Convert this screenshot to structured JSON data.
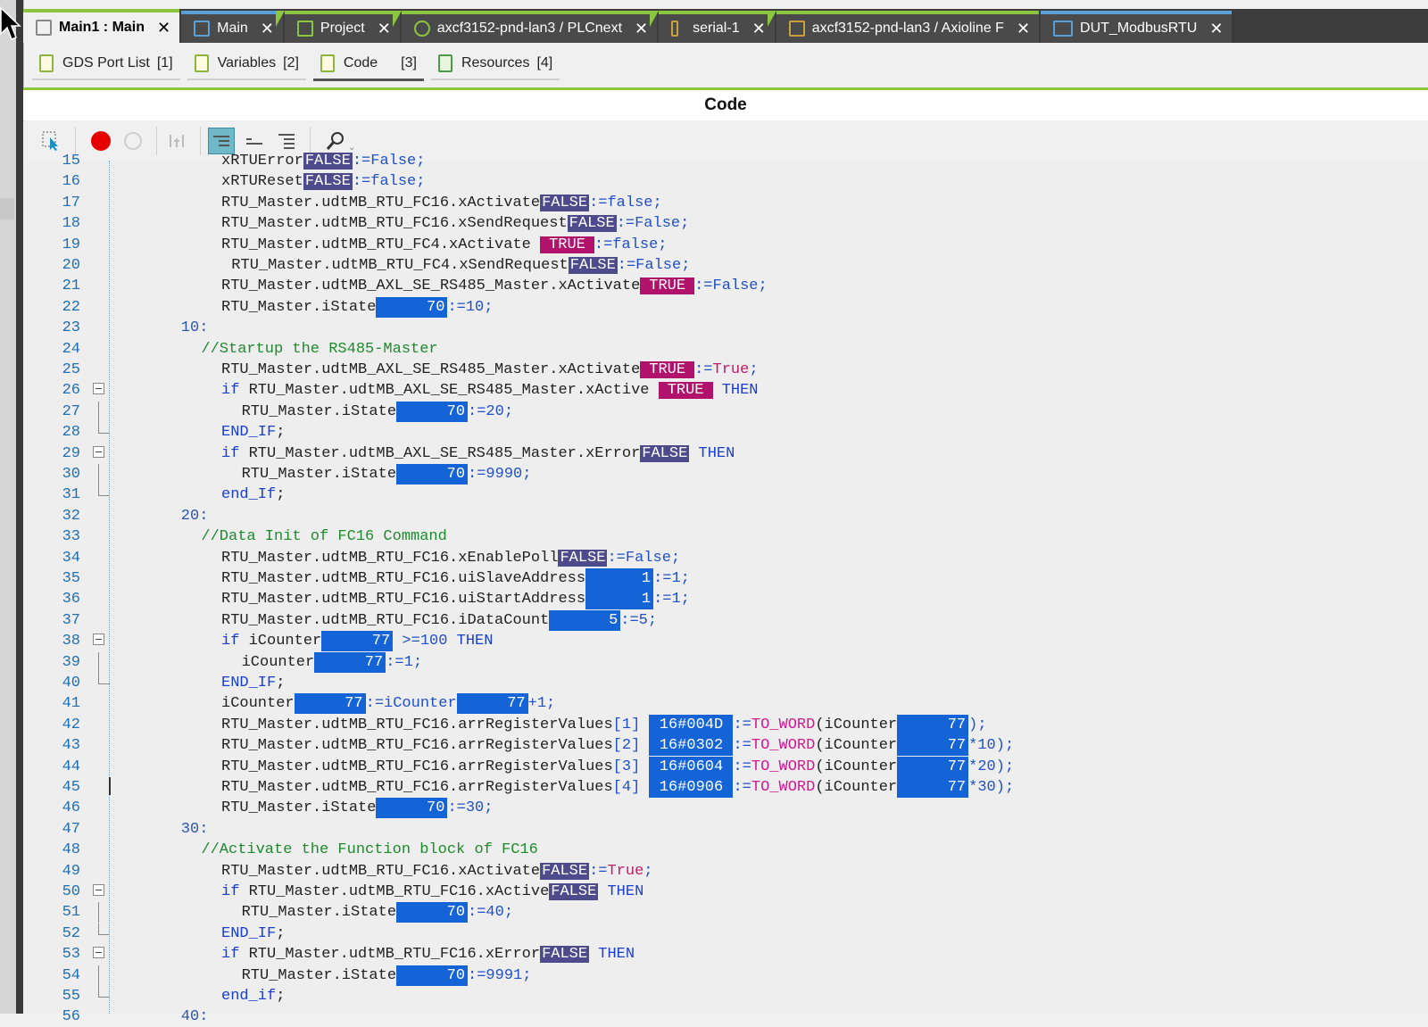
{
  "tabs": [
    {
      "label": "Main1 : Main",
      "active": true
    },
    {
      "label": "Main",
      "active": false
    },
    {
      "label": "Project",
      "active": false
    },
    {
      "label": "axcf3152-pnd-lan3 / PLCnext",
      "active": false
    },
    {
      "label": "serial-1",
      "active": false
    },
    {
      "label": "axcf3152-pnd-lan3 / Axioline F",
      "active": false
    },
    {
      "label": "DUT_ModbusRTU",
      "active": false
    }
  ],
  "subtabs": [
    {
      "label": "GDS Port List",
      "num": "[1]"
    },
    {
      "label": "Variables",
      "num": "[2]"
    },
    {
      "label": "Code",
      "num": "[3]"
    },
    {
      "label": "Resources",
      "num": "[4]"
    }
  ],
  "header": {
    "title": "Code"
  },
  "colors": {
    "accent": "#8cc63f",
    "tab_blue": "#5aa0d8",
    "false_bg": "#4e4b8c",
    "true_bg": "#b0126c",
    "num_bg": "#1464d8",
    "keyword": "#1a3fd0",
    "comment": "#1e8a2e"
  },
  "toolbar": {
    "icons": [
      "select-cursor-icon",
      "breakpoint-red-icon",
      "breakpoint-empty-icon",
      "step-icon",
      "outline-view-icon",
      "collapse-icon",
      "expand-icon",
      "search-icon"
    ]
  },
  "code_lines": [
    {
      "n": "15",
      "indent": 10,
      "parts": [
        [
          "id",
          "xRTUError"
        ],
        [
          "false",
          "FALSE"
        ],
        [
          "op",
          ":=False;"
        ]
      ]
    },
    {
      "n": "16",
      "indent": 10,
      "parts": [
        [
          "id",
          "xRTUReset"
        ],
        [
          "false",
          "FALSE"
        ],
        [
          "op",
          ":=false;"
        ]
      ]
    },
    {
      "n": "17",
      "indent": 10,
      "parts": [
        [
          "id",
          "RTU_Master.udtMB_RTU_FC16.xActivate"
        ],
        [
          "false",
          "FALSE"
        ],
        [
          "op",
          ":=false;"
        ]
      ]
    },
    {
      "n": "18",
      "indent": 10,
      "parts": [
        [
          "id",
          "RTU_Master.udtMB_RTU_FC16.xSendRequest"
        ],
        [
          "false",
          "FALSE"
        ],
        [
          "op",
          ":=False;"
        ]
      ]
    },
    {
      "n": "19",
      "indent": 10,
      "parts": [
        [
          "id",
          "RTU_Master.udtMB_RTU_FC4.xActivate "
        ],
        [
          "true",
          "TRUE"
        ],
        [
          "op",
          ":=false;"
        ]
      ]
    },
    {
      "n": "20",
      "indent": 11,
      "parts": [
        [
          "id",
          "RTU_Master.udtMB_RTU_FC4.xSendRequest"
        ],
        [
          "false",
          "FALSE"
        ],
        [
          "op",
          ":=False;"
        ]
      ]
    },
    {
      "n": "21",
      "indent": 10,
      "parts": [
        [
          "id",
          "RTU_Master.udtMB_AXL_SE_RS485_Master.xActivate"
        ],
        [
          "true",
          "TRUE"
        ],
        [
          "op",
          ":=False;"
        ]
      ]
    },
    {
      "n": "22",
      "indent": 10,
      "parts": [
        [
          "id",
          "RTU_Master.iState"
        ],
        [
          "num",
          "70"
        ],
        [
          "op",
          ":=10;"
        ]
      ]
    },
    {
      "n": "23",
      "indent": 6,
      "parts": [
        [
          "lbl",
          "10:"
        ]
      ]
    },
    {
      "n": "24",
      "indent": 8,
      "parts": [
        [
          "cm",
          "//Startup the RS485-Master"
        ]
      ]
    },
    {
      "n": "25",
      "indent": 10,
      "parts": [
        [
          "id",
          "RTU_Master.udtMB_AXL_SE_RS485_Master.xActivate"
        ],
        [
          "true",
          "TRUE"
        ],
        [
          "op",
          ":="
        ],
        [
          "str",
          "True"
        ],
        [
          "op",
          ";"
        ]
      ]
    },
    {
      "n": "26",
      "indent": 10,
      "fold": "open",
      "parts": [
        [
          "kw",
          "if "
        ],
        [
          "id",
          "RTU_Master.udtMB_AXL_SE_RS485_Master.xActive "
        ],
        [
          "true",
          "TRUE"
        ],
        [
          "kw",
          " THEN"
        ]
      ]
    },
    {
      "n": "27",
      "indent": 12,
      "fold": "mid",
      "parts": [
        [
          "id",
          "RTU_Master.iState"
        ],
        [
          "num",
          "70"
        ],
        [
          "op",
          ":=20;"
        ]
      ]
    },
    {
      "n": "28",
      "indent": 10,
      "fold": "end",
      "parts": [
        [
          "kw",
          "END_IF"
        ],
        [
          "id",
          ";"
        ]
      ]
    },
    {
      "n": "29",
      "indent": 10,
      "fold": "open",
      "parts": [
        [
          "kw",
          "if "
        ],
        [
          "id",
          "RTU_Master.udtMB_AXL_SE_RS485_Master.xError"
        ],
        [
          "false",
          "FALSE"
        ],
        [
          "kw",
          " THEN"
        ]
      ]
    },
    {
      "n": "30",
      "indent": 12,
      "fold": "mid",
      "parts": [
        [
          "id",
          "RTU_Master.iState"
        ],
        [
          "num",
          "70"
        ],
        [
          "op",
          ":=9990;"
        ]
      ]
    },
    {
      "n": "31",
      "indent": 10,
      "fold": "end",
      "parts": [
        [
          "kw",
          "end_If"
        ],
        [
          "id",
          ";"
        ]
      ]
    },
    {
      "n": "32",
      "indent": 6,
      "parts": [
        [
          "lbl",
          "20:"
        ]
      ]
    },
    {
      "n": "33",
      "indent": 8,
      "parts": [
        [
          "cm",
          "//Data Init of FC16 Command"
        ]
      ]
    },
    {
      "n": "34",
      "indent": 10,
      "parts": [
        [
          "id",
          "RTU_Master.udtMB_RTU_FC16.xEnablePoll"
        ],
        [
          "false",
          "FALSE"
        ],
        [
          "op",
          ":=False;"
        ]
      ]
    },
    {
      "n": "35",
      "indent": 10,
      "parts": [
        [
          "id",
          "RTU_Master.udtMB_RTU_FC16.uiSlaveAddress"
        ],
        [
          "num",
          "1"
        ],
        [
          "op",
          ":=1;"
        ]
      ]
    },
    {
      "n": "36",
      "indent": 10,
      "parts": [
        [
          "id",
          "RTU_Master.udtMB_RTU_FC16.uiStartAddress"
        ],
        [
          "num",
          "1"
        ],
        [
          "op",
          ":=1;"
        ]
      ]
    },
    {
      "n": "37",
      "indent": 10,
      "parts": [
        [
          "id",
          "RTU_Master.udtMB_RTU_FC16.iDataCount"
        ],
        [
          "num",
          "5"
        ],
        [
          "op",
          ":=5;"
        ]
      ]
    },
    {
      "n": "38",
      "indent": 10,
      "fold": "open",
      "parts": [
        [
          "kw",
          "if "
        ],
        [
          "id",
          "iCounter"
        ],
        [
          "num",
          "77"
        ],
        [
          "op",
          " >=100 "
        ],
        [
          "kw",
          "THEN"
        ]
      ]
    },
    {
      "n": "39",
      "indent": 12,
      "fold": "mid",
      "parts": [
        [
          "id",
          "iCounter"
        ],
        [
          "num",
          "77"
        ],
        [
          "op",
          ":=1;"
        ]
      ]
    },
    {
      "n": "40",
      "indent": 10,
      "fold": "end",
      "parts": [
        [
          "kw",
          "END_IF"
        ],
        [
          "id",
          ";"
        ]
      ]
    },
    {
      "n": "41",
      "indent": 10,
      "parts": [
        [
          "id",
          "iCounter"
        ],
        [
          "num",
          "77"
        ],
        [
          "op",
          ":=iCounter"
        ],
        [
          "num",
          "77"
        ],
        [
          "op",
          "+1;"
        ]
      ]
    },
    {
      "n": "42",
      "indent": 10,
      "parts": [
        [
          "id",
          "RTU_Master.udtMB_RTU_FC16.arrRegisterValues"
        ],
        [
          "op",
          "[1] "
        ],
        [
          "num",
          "16#004D"
        ],
        [
          "op",
          ":="
        ],
        [
          "fn",
          "TO_WORD"
        ],
        [
          "id",
          "(iCounter"
        ],
        [
          "num",
          "77"
        ],
        [
          "op",
          ");"
        ]
      ]
    },
    {
      "n": "43",
      "indent": 10,
      "parts": [
        [
          "id",
          "RTU_Master.udtMB_RTU_FC16.arrRegisterValues"
        ],
        [
          "op",
          "[2] "
        ],
        [
          "num",
          "16#0302"
        ],
        [
          "op",
          ":="
        ],
        [
          "fn",
          "TO_WORD"
        ],
        [
          "id",
          "(iCounter"
        ],
        [
          "num",
          "77"
        ],
        [
          "op",
          "*10);"
        ]
      ]
    },
    {
      "n": "44",
      "indent": 10,
      "parts": [
        [
          "id",
          "RTU_Master.udtMB_RTU_FC16.arrRegisterValues"
        ],
        [
          "op",
          "[3] "
        ],
        [
          "num",
          "16#0604"
        ],
        [
          "op",
          ":="
        ],
        [
          "fn",
          "TO_WORD"
        ],
        [
          "id",
          "(iCounter"
        ],
        [
          "num",
          "77"
        ],
        [
          "op",
          "*20);"
        ]
      ]
    },
    {
      "n": "45",
      "indent": 10,
      "caret": true,
      "parts": [
        [
          "id",
          "RTU_Master.udtMB_RTU_FC16.arrRegisterValues"
        ],
        [
          "op",
          "[4] "
        ],
        [
          "num",
          "16#0906"
        ],
        [
          "op",
          ":="
        ],
        [
          "fn",
          "TO_WORD"
        ],
        [
          "id",
          "(iCounter"
        ],
        [
          "num",
          "77"
        ],
        [
          "op",
          "*30);"
        ]
      ]
    },
    {
      "n": "46",
      "indent": 10,
      "parts": [
        [
          "id",
          "RTU_Master.iState"
        ],
        [
          "num",
          "70"
        ],
        [
          "op",
          ":=30;"
        ]
      ]
    },
    {
      "n": "47",
      "indent": 6,
      "parts": [
        [
          "lbl",
          "30:"
        ]
      ]
    },
    {
      "n": "48",
      "indent": 8,
      "parts": [
        [
          "cm",
          "//Activate the Function block of FC16"
        ]
      ]
    },
    {
      "n": "49",
      "indent": 10,
      "parts": [
        [
          "id",
          "RTU_Master.udtMB_RTU_FC16.xActivate"
        ],
        [
          "false",
          "FALSE"
        ],
        [
          "op",
          ":="
        ],
        [
          "str",
          "True"
        ],
        [
          "op",
          ";"
        ]
      ]
    },
    {
      "n": "50",
      "indent": 10,
      "fold": "open",
      "parts": [
        [
          "kw",
          "if "
        ],
        [
          "id",
          "RTU_Master.udtMB_RTU_FC16.xActive"
        ],
        [
          "false",
          "FALSE"
        ],
        [
          "kw",
          " THEN"
        ]
      ]
    },
    {
      "n": "51",
      "indent": 12,
      "fold": "mid",
      "parts": [
        [
          "id",
          "RTU_Master.iState"
        ],
        [
          "num",
          "70"
        ],
        [
          "op",
          ":=40;"
        ]
      ]
    },
    {
      "n": "52",
      "indent": 10,
      "fold": "end",
      "parts": [
        [
          "kw",
          "END_IF"
        ],
        [
          "id",
          ";"
        ]
      ]
    },
    {
      "n": "53",
      "indent": 10,
      "fold": "open",
      "parts": [
        [
          "kw",
          "if "
        ],
        [
          "id",
          "RTU_Master.udtMB_RTU_FC16.xError"
        ],
        [
          "false",
          "FALSE"
        ],
        [
          "kw",
          " THEN"
        ]
      ]
    },
    {
      "n": "54",
      "indent": 12,
      "fold": "mid",
      "parts": [
        [
          "id",
          "RTU_Master.iState"
        ],
        [
          "num",
          "70"
        ],
        [
          "op",
          ":=9991;"
        ]
      ]
    },
    {
      "n": "55",
      "indent": 10,
      "fold": "end",
      "parts": [
        [
          "kw",
          "end_if"
        ],
        [
          "id",
          ";"
        ]
      ]
    },
    {
      "n": "56",
      "indent": 6,
      "parts": [
        [
          "lbl",
          "40:"
        ]
      ]
    }
  ]
}
